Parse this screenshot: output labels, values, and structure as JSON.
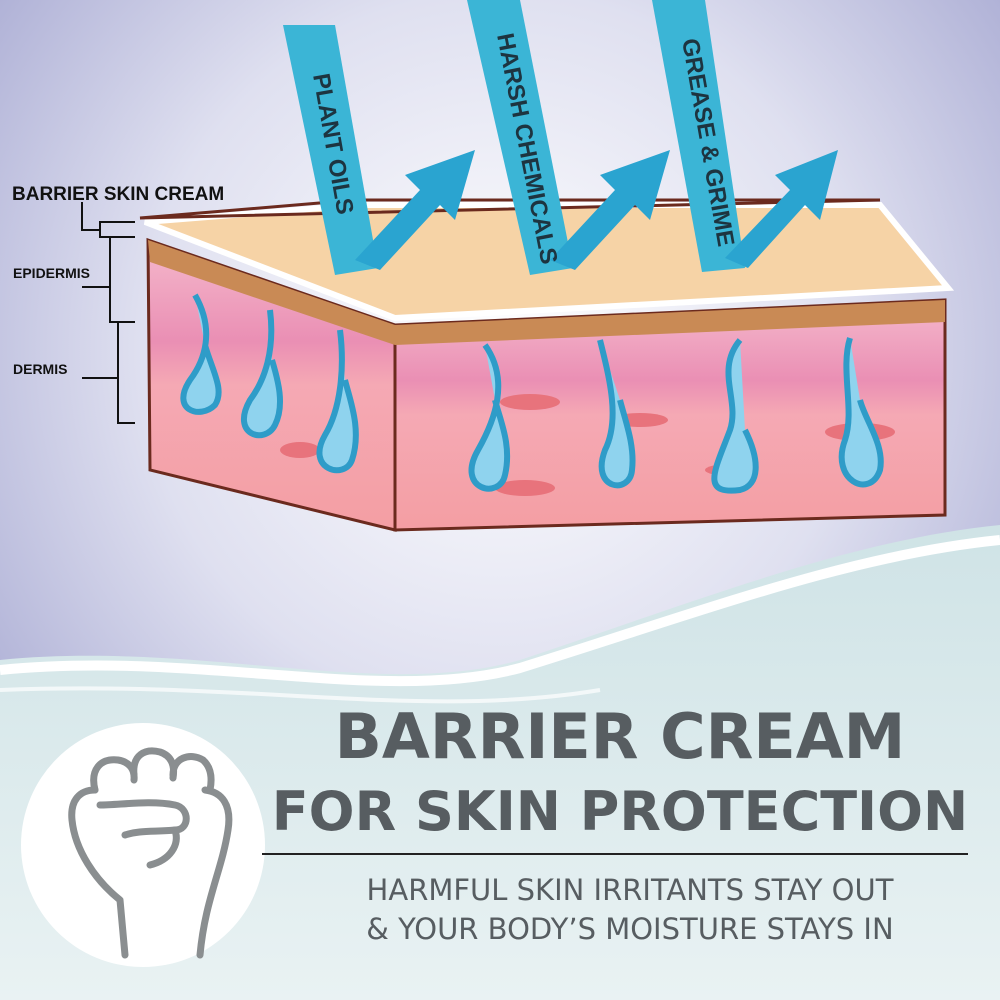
{
  "labels": {
    "barrier": "BARRIER SKIN CREAM",
    "epidermis": "EPIDERMIS",
    "dermis": "DERMIS"
  },
  "irritants": [
    "PLANT OILS",
    "HARSH CHEMICALS",
    "GREASE & GRIME"
  ],
  "headline": {
    "line1": "BARRIER CREAM",
    "line2": "FOR SKIN PROTECTION"
  },
  "tagline": {
    "line1": "HARMFUL SKIN IRRITANTS STAY OUT",
    "line2": "& YOUR BODY’S MOISTURE STAYS IN"
  },
  "icon": "fist-icon",
  "colors": {
    "text": "#575d61",
    "arrow": "#3bb5d6",
    "skin": "#f3a3a8",
    "cream": "#f6d3a6"
  }
}
